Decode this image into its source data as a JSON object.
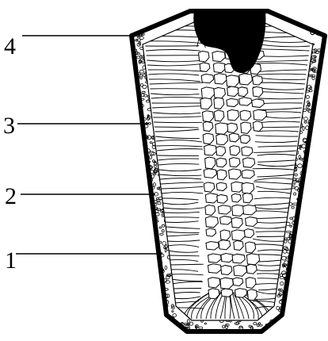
{
  "callouts": [
    {
      "label": "4"
    },
    {
      "label": "3"
    },
    {
      "label": "2"
    },
    {
      "label": "1"
    }
  ],
  "colors": {
    "outline": "#000000",
    "shrinkage_cavity": "#000000",
    "background": "#ffffff"
  },
  "regions": [
    "fine-chill-crystal-zone",
    "columnar-crystal-zone",
    "equiaxed-crystal-zone",
    "shrinkage-cavity"
  ]
}
